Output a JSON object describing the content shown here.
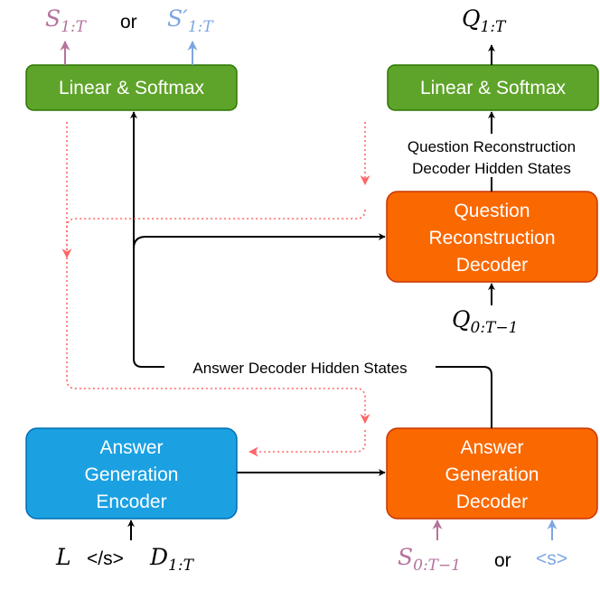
{
  "colors": {
    "green": "#5fa42a",
    "blue": "#1ba1e2",
    "orange": "#fa6800",
    "purple": "#b5739d",
    "lightblue": "#7ea6e0",
    "red": "#ff6666",
    "black": "#000000"
  },
  "boxes": {
    "linear_left": "Linear & Softmax",
    "linear_right": "Linear & Softmax",
    "qrd": [
      "Question",
      "Reconstruction",
      "Decoder"
    ],
    "age": [
      "Answer",
      "Generation",
      "Encoder"
    ],
    "agd": [
      "Answer",
      "Generation",
      "Decoder"
    ]
  },
  "labels": {
    "or_top": "or",
    "or_bottom": "or",
    "qr_hidden_1": "Question Reconstruction",
    "qr_hidden_2": "Decoder Hidden States",
    "answer_hidden": "Answer Decoder Hidden States",
    "eos_token": "</s>",
    "bos_token": "<s>"
  },
  "math": {
    "s_top": {
      "base": "S",
      "sub": "1:T"
    },
    "s_prime_top": {
      "base": "S′",
      "sub": "1:T"
    },
    "q_out": {
      "base": "Q",
      "sub": "1:T"
    },
    "q_in": {
      "base": "Q",
      "sub": "0:T−1"
    },
    "l_in": {
      "base": "L"
    },
    "d_in": {
      "base": "D",
      "sub": "1:T"
    },
    "s_in": {
      "base": "S",
      "sub": "0:T−1"
    }
  }
}
